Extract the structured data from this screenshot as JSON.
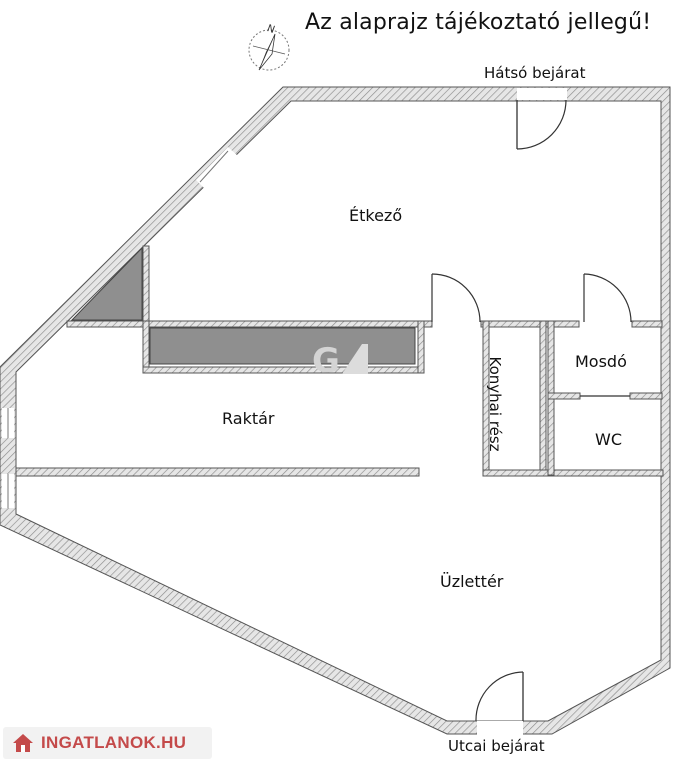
{
  "title": "Az alaprajz tájékoztató jellegű!",
  "entrances": {
    "back": "Hátsó bejárat",
    "street": "Utcai bejárat"
  },
  "rooms": {
    "dining": "Étkező",
    "storage": "Raktár",
    "shop": "Üzlettér",
    "washroom": "Mosdó",
    "wc": "WC",
    "kitchen": "Konyhai rész"
  },
  "compass": {
    "north_label": "N"
  },
  "brand": {
    "text": "INGATLANOK.HU",
    "color": "#c44a4a"
  },
  "colors": {
    "wall_fill": "#e6e6e6",
    "wall_hatch": "#8c8c8c",
    "solid_block": "#8f8f8f",
    "text": "#111111"
  }
}
